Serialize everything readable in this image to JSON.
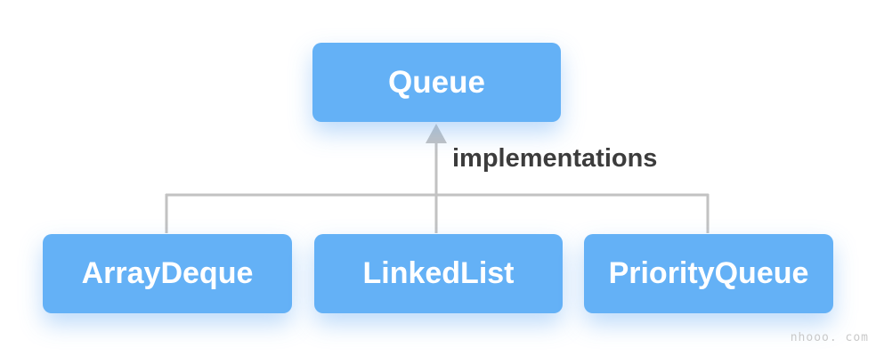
{
  "diagram": {
    "root": {
      "label": "Queue"
    },
    "edge_label": "implementations",
    "children": [
      {
        "label": "ArrayDeque"
      },
      {
        "label": "LinkedList"
      },
      {
        "label": "PriorityQueue"
      }
    ],
    "colors": {
      "node_fill": "#64b1f6",
      "node_text": "#ffffff",
      "connector_gray": "#c2c2c2",
      "edge_label_color": "#3c3c3c",
      "watermark_color": "#c9c9c9"
    }
  },
  "watermark": "nhooo. com"
}
